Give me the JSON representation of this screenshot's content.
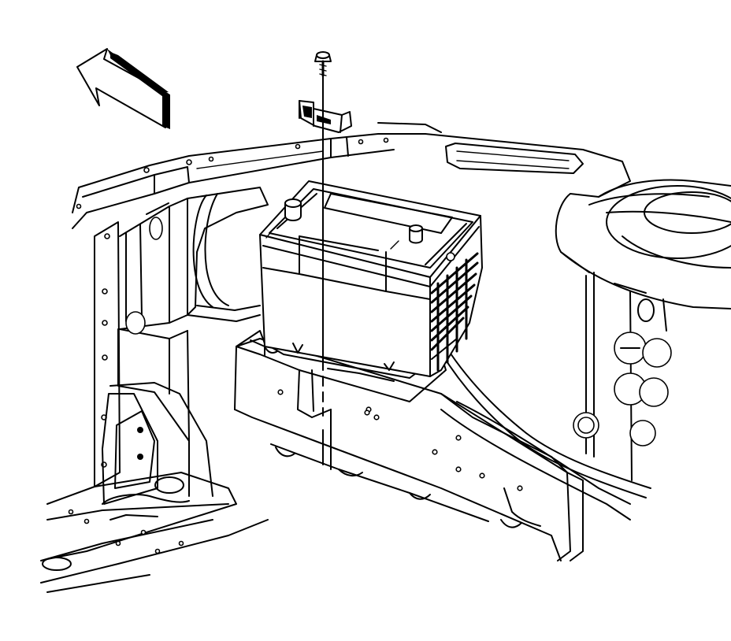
{
  "diagram": {
    "colors": {
      "line": "#000000",
      "background": "#ffffff"
    },
    "icons": [
      "direction-arrow-icon"
    ],
    "parts": [
      "battery",
      "hold-down-retainer",
      "retainer-bolt",
      "battery-tray",
      "engine-compartment-frame"
    ]
  }
}
